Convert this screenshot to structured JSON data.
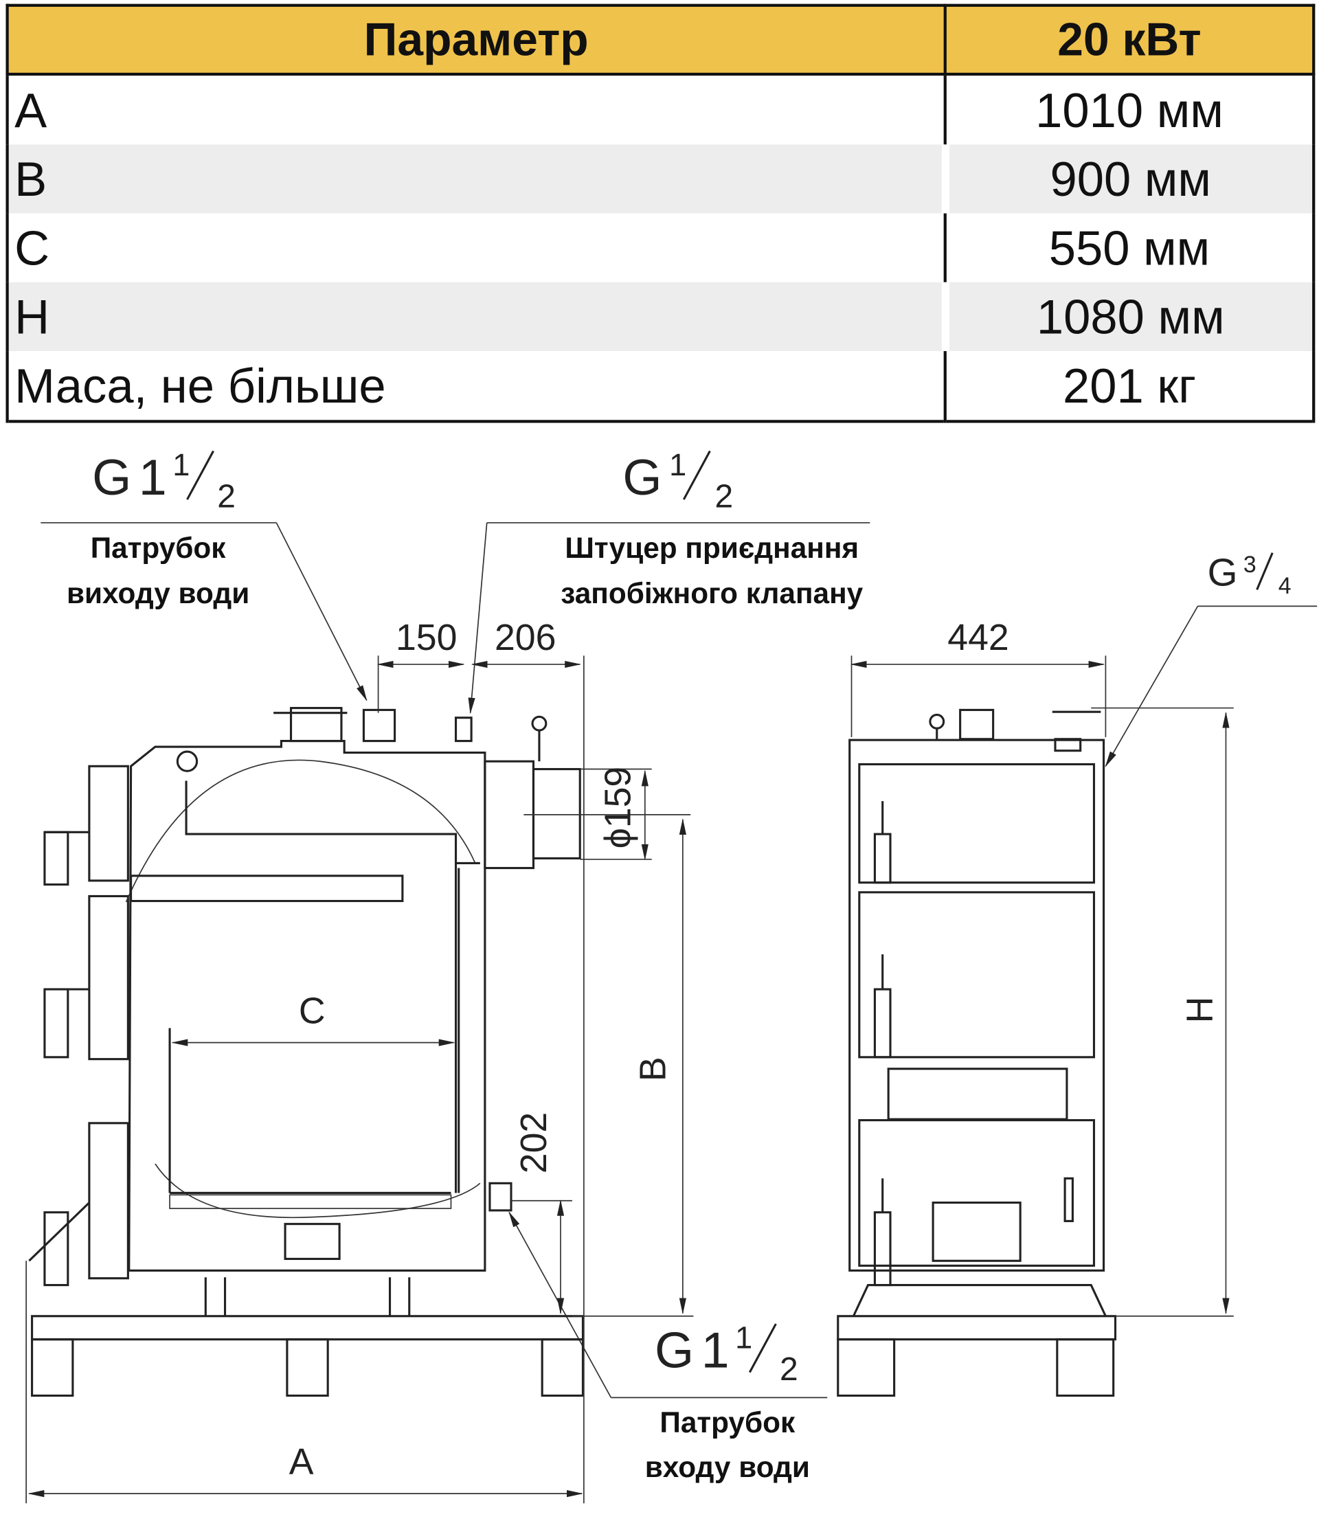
{
  "table": {
    "headers": [
      "Параметр",
      "20 кВт"
    ],
    "rows": [
      {
        "param": "A",
        "value": "1010 мм"
      },
      {
        "param": "B",
        "value": "900 мм"
      },
      {
        "param": "C",
        "value": "550 мм"
      },
      {
        "param": "H",
        "value": "1080 мм"
      },
      {
        "param": "Маса, не більше",
        "value": "201 кг"
      }
    ],
    "header_color": "#EFC24C"
  },
  "drawing": {
    "outlet": {
      "g": "G",
      "whole": "1",
      "num": "1",
      "den": "2",
      "caption_line1": "Патрубок",
      "caption_line2": "виходу води"
    },
    "valve": {
      "g": "G",
      "num": "1",
      "den": "2",
      "caption_line1": "Штуцер приєднання",
      "caption_line2": "запобіжного клапану"
    },
    "drain": {
      "g": "G",
      "num": "3",
      "den": "4"
    },
    "inlet": {
      "g": "G",
      "whole": "1",
      "num": "1",
      "den": "2",
      "caption_line1": "Патрубок",
      "caption_line2": "входу води"
    },
    "dims": {
      "d150": "150",
      "d206": "206",
      "d442": "442",
      "d159": "ϕ159",
      "d202": "202",
      "A": "A",
      "B": "B",
      "C": "C",
      "H": "H"
    }
  }
}
